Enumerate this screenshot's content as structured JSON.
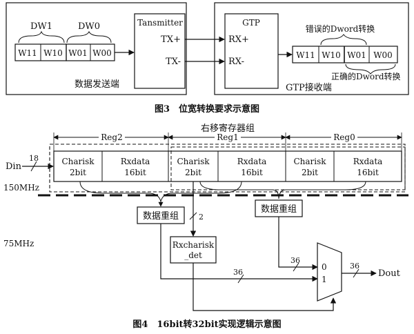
{
  "fig3": {
    "sender": {
      "dw1": "DW1",
      "dw0": "DW0",
      "words": [
        "W11",
        "W10",
        "W01",
        "W00"
      ],
      "label": "数据发送端"
    },
    "transmitter": {
      "title": "Tansmitter",
      "tx_plus": "TX+",
      "tx_minus": "TX-"
    },
    "gtp": {
      "title": "GTP",
      "rx_plus": "RX+",
      "rx_minus": "RX-",
      "words": [
        "W11",
        "W10",
        "W01",
        "W00"
      ],
      "wrong_label": "错误的Dword转换",
      "right_label": "正确的Dword转换",
      "label": "GTP接收端"
    },
    "caption": "图3　位宽转换要求示意图"
  },
  "fig4": {
    "group_label": "右移寄存器组",
    "reg_labels": [
      "Reg2",
      "Reg1",
      "Reg0"
    ],
    "cells": [
      {
        "line1": "Charisk",
        "line2": "2bit"
      },
      {
        "line1": "Rxdata",
        "line2": "16bit"
      },
      {
        "line1": "Charisk",
        "line2": "2bit"
      },
      {
        "line1": "Rxdata",
        "line2": "16bit"
      },
      {
        "line1": "Charisk",
        "line2": "2bit"
      },
      {
        "line1": "Rxdata",
        "line2": "16bit"
      }
    ],
    "din_label": "Din",
    "din_width": "18",
    "clk_150": "150MHz",
    "clk_75": "75MHz",
    "regroup_left": "数据重组",
    "regroup_right": "数据重组",
    "det_line1": "Rxcharisk",
    "det_line2": "_det",
    "bus2": "2",
    "bus36_a": "36",
    "bus36_b": "36",
    "bus36_c": "36",
    "mux_in0": "0",
    "mux_in1": "1",
    "dout_label": "Dout",
    "caption": "图4　16bit转32bit实现逻辑示意图"
  }
}
